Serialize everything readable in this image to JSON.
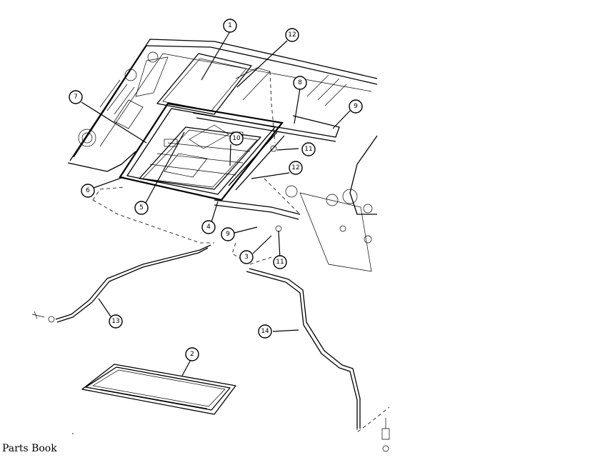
{
  "footer": {
    "label": "Parts Book"
  },
  "callouts": [
    {
      "id": "c1",
      "number": "1"
    },
    {
      "id": "c2",
      "number": "2"
    },
    {
      "id": "c3",
      "number": "3"
    },
    {
      "id": "c4",
      "number": "4"
    },
    {
      "id": "c5",
      "number": "5"
    },
    {
      "id": "c6",
      "number": "6"
    },
    {
      "id": "c7",
      "number": "7"
    },
    {
      "id": "c8",
      "number": "8"
    },
    {
      "id": "c9a",
      "number": "9"
    },
    {
      "id": "c9b",
      "number": "9"
    },
    {
      "id": "c10",
      "number": "10"
    },
    {
      "id": "c11a",
      "number": "11"
    },
    {
      "id": "c11b",
      "number": "11"
    },
    {
      "id": "c12a",
      "number": "12"
    },
    {
      "id": "c12b",
      "number": "12"
    },
    {
      "id": "c13",
      "number": "13"
    },
    {
      "id": "c14",
      "number": "14"
    }
  ]
}
